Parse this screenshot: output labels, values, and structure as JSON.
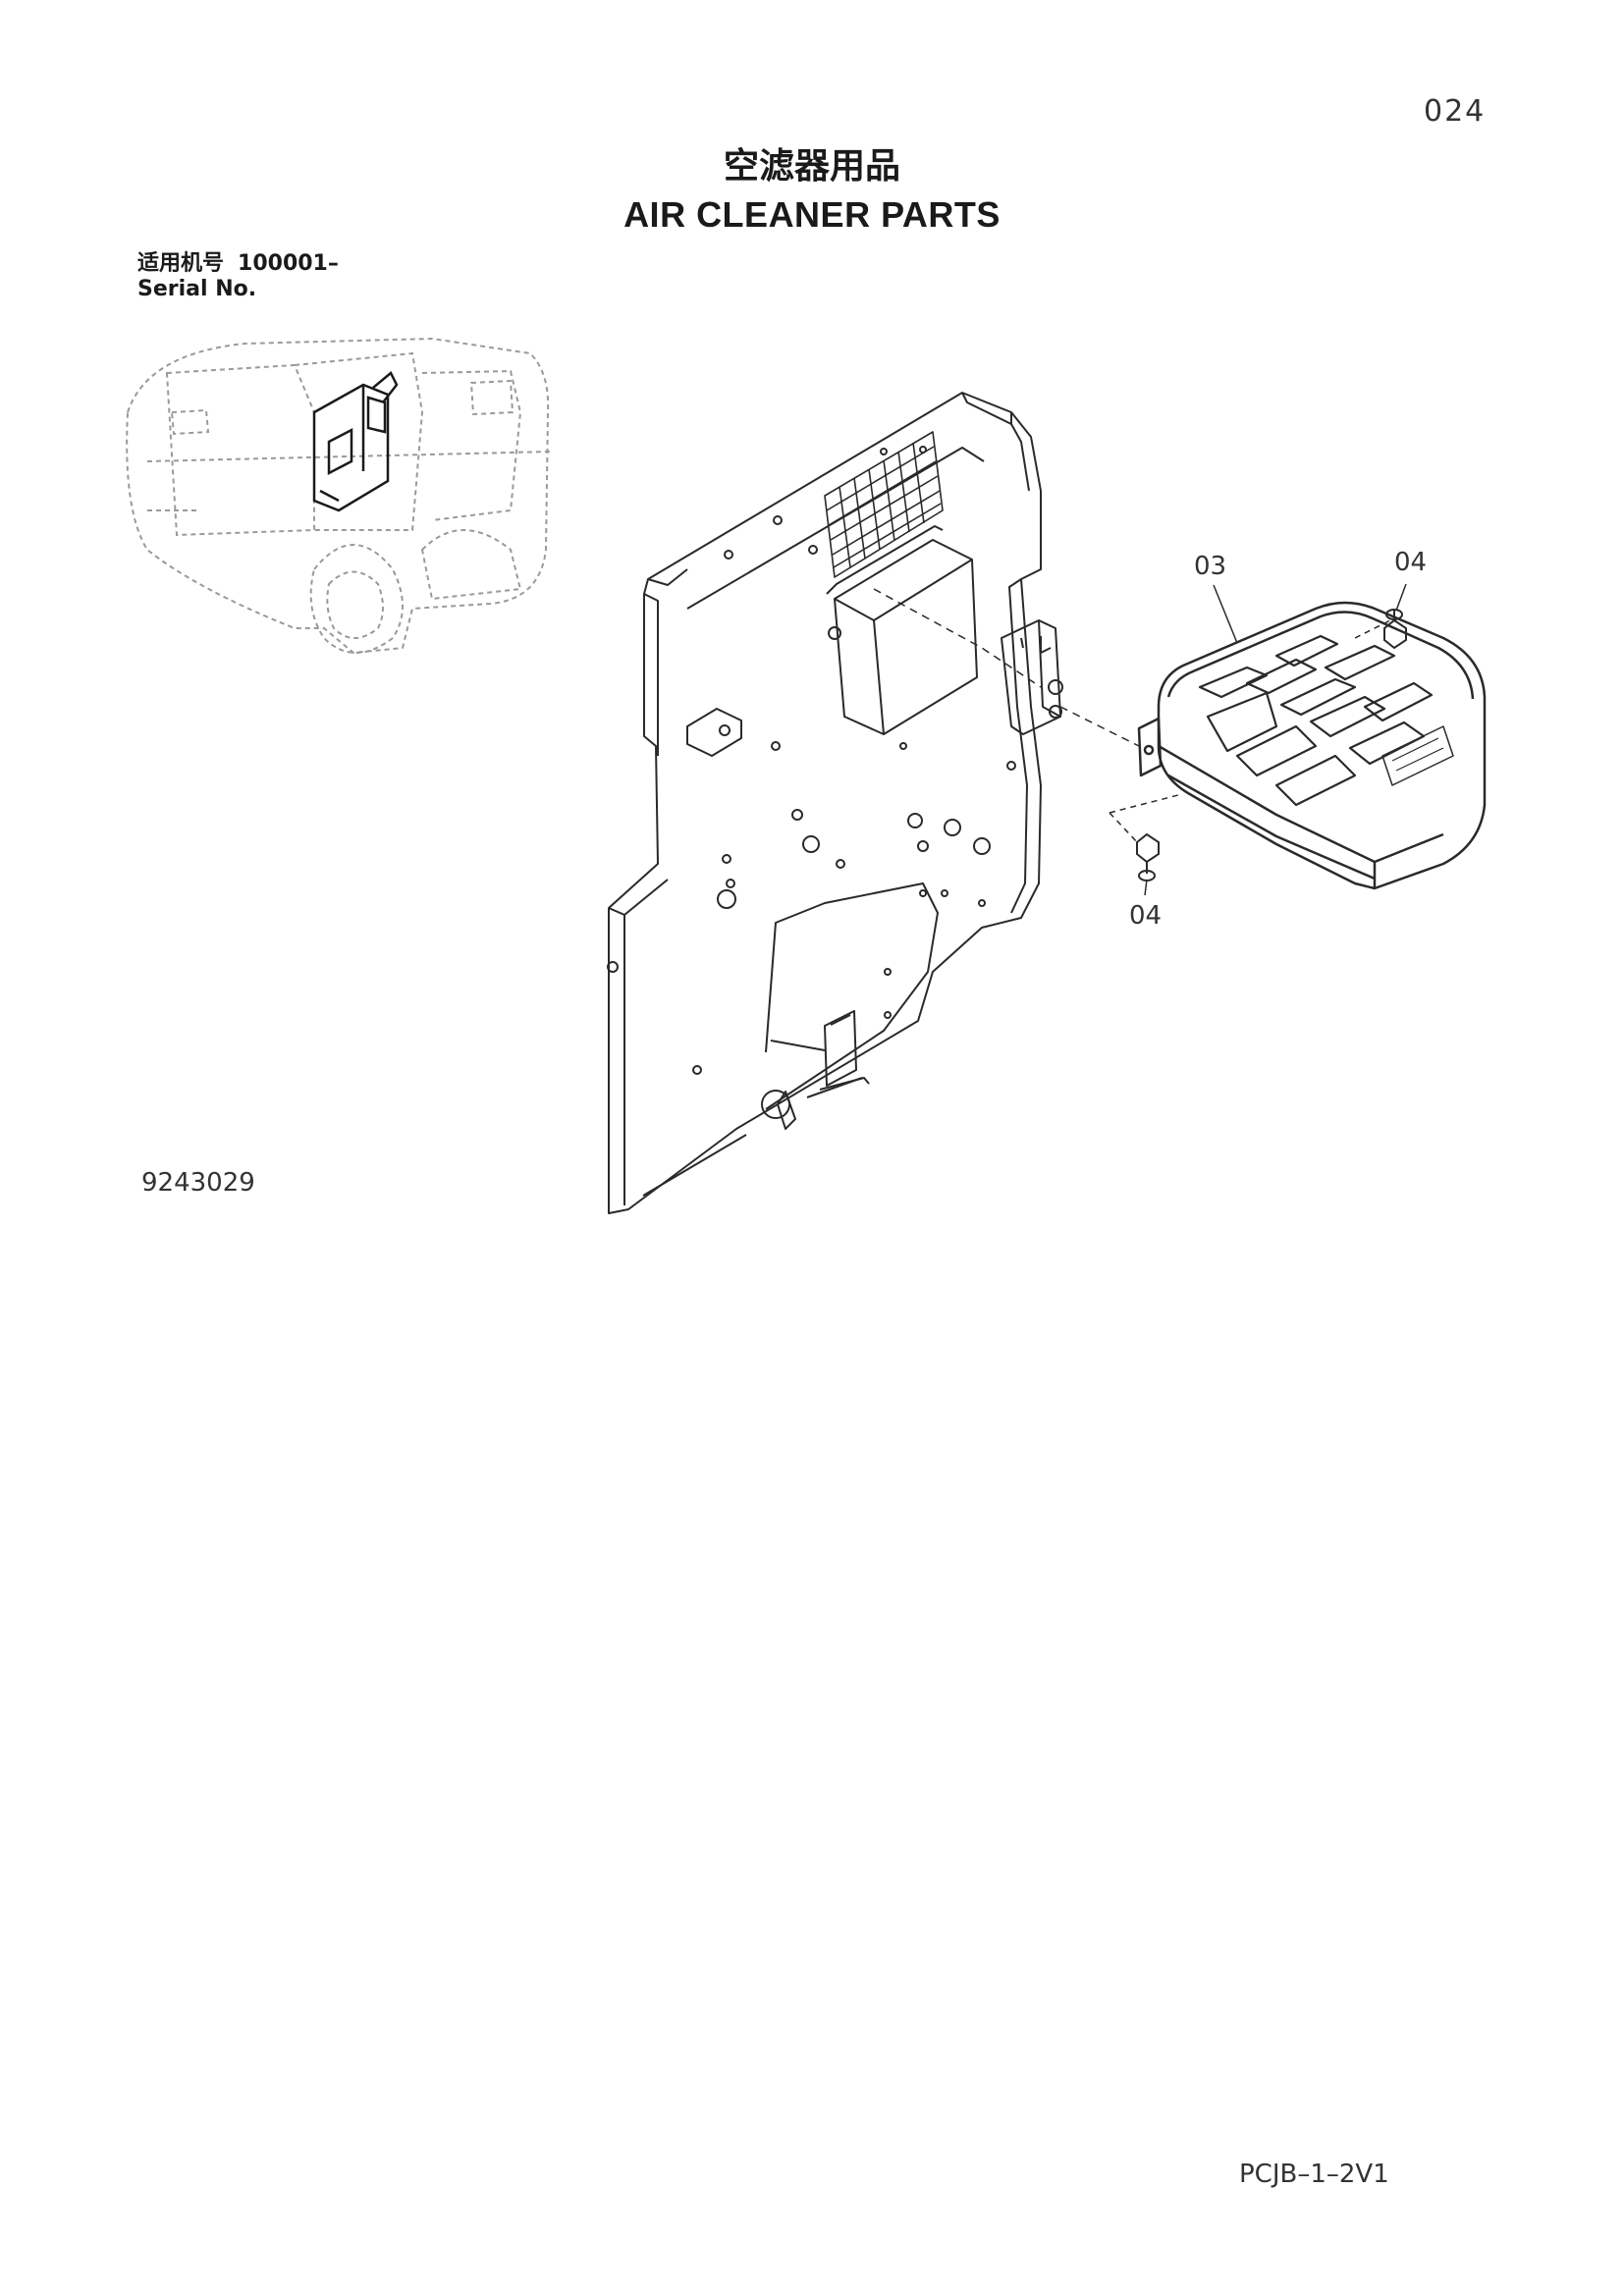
{
  "page": {
    "page_number": "024",
    "title_cn": "空滤器用品",
    "title_en": "AIR CLEANER PARTS",
    "serial_label_cn": "适用机号",
    "serial_range": "100001–",
    "serial_label_en": "Serial No.",
    "drawing_number": "9243029",
    "document_code": "PCJB–1–2V1"
  },
  "diagram": {
    "callouts": [
      {
        "id": "03",
        "label": "03"
      },
      {
        "id": "04-top",
        "label": "04"
      },
      {
        "id": "04-bottom",
        "label": "04"
      }
    ],
    "line_color": "#2a2a2a",
    "ghost_color": "#9a9a9a"
  }
}
